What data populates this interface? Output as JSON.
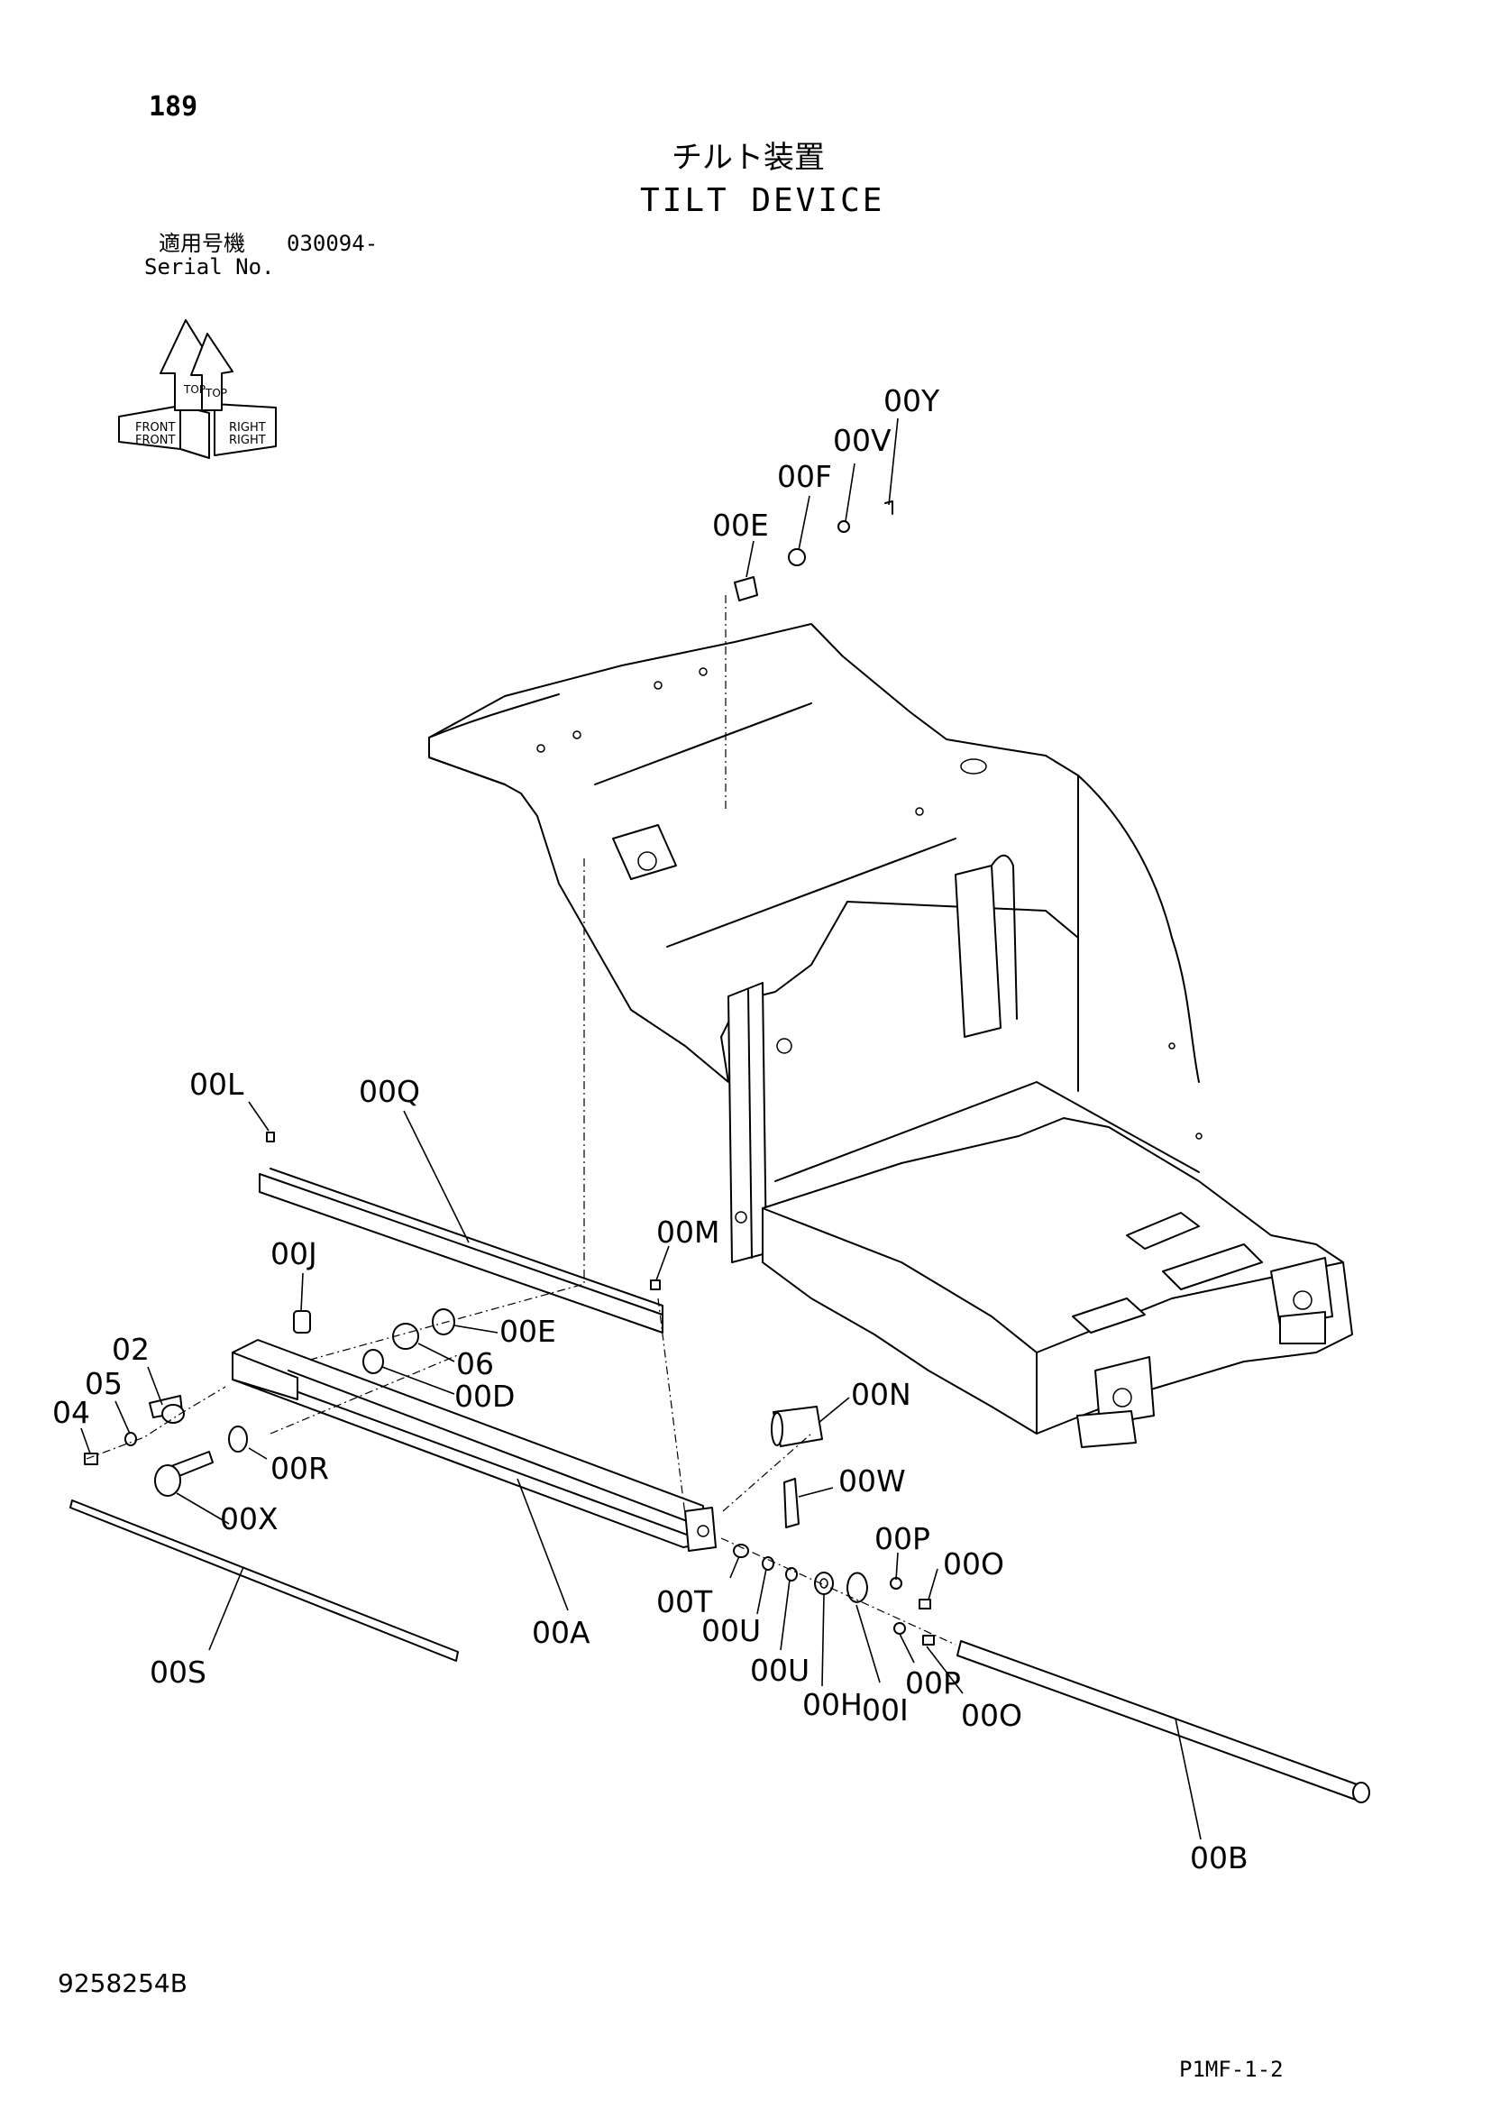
{
  "page_number": "189",
  "title_jp": "チルト装置",
  "title_en": "TILT DEVICE",
  "serial": {
    "label_jp": "適用号機",
    "label_en": "Serial No.",
    "value": "030094-"
  },
  "orientation_icon": {
    "icon": "orientation-cube-icon",
    "labels": [
      "FRONT",
      "RIGHT",
      "TOP",
      "FRONT",
      "RIGHT",
      "TOP"
    ]
  },
  "callouts": {
    "c00Y": "00Y",
    "c00V": "00V",
    "c00F": "00F",
    "c00E_top": "00E",
    "c00L": "00L",
    "c00Q": "00Q",
    "c00J": "00J",
    "c00M": "00M",
    "c00E": "00E",
    "c02": "02",
    "c05": "05",
    "c06": "06",
    "c00D": "00D",
    "c04": "04",
    "c00N": "00N",
    "c00R": "00R",
    "c00W": "00W",
    "c00X": "00X",
    "c00P_top": "00P",
    "c00O_top": "00O",
    "c00T": "00T",
    "c00A": "00A",
    "c00U_1": "00U",
    "c00U_2": "00U",
    "c00S": "00S",
    "c00H": "00H",
    "c00I": "00I",
    "c00P_bot": "00P",
    "c00O_bot": "00O",
    "c00B": "00B"
  },
  "footer": {
    "doc_code": "9258254B",
    "page_code": "P1MF-1-2"
  }
}
